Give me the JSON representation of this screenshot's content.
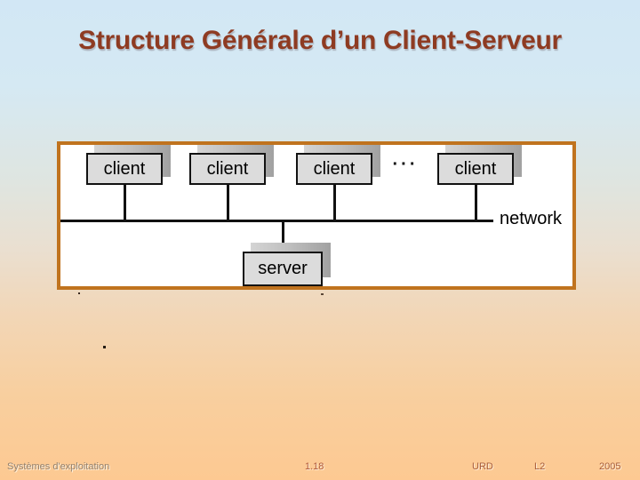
{
  "slide": {
    "title": "Structure Générale d’un Client-Serveur"
  },
  "diagram": {
    "client_labels": [
      "client",
      "client",
      "client",
      "client"
    ],
    "ellipsis": "···",
    "server_label": "server",
    "network_label": "network"
  },
  "footer": {
    "course": "Systèmes d'exploitation",
    "page_number": "1.18",
    "org": "URD",
    "level": "L2",
    "year": "2005"
  },
  "colors": {
    "title_text": "#8e3b22",
    "frame_border": "#c0731e",
    "node_fill": "#dcdcdc",
    "node_border": "#121212",
    "node_shadow": "#a1a1a1",
    "background_top": "#d2e7f5",
    "background_bottom": "#fdc992",
    "footer_text": "#a85e3c"
  },
  "stray_marks": [
    "·",
    "·",
    "·"
  ]
}
